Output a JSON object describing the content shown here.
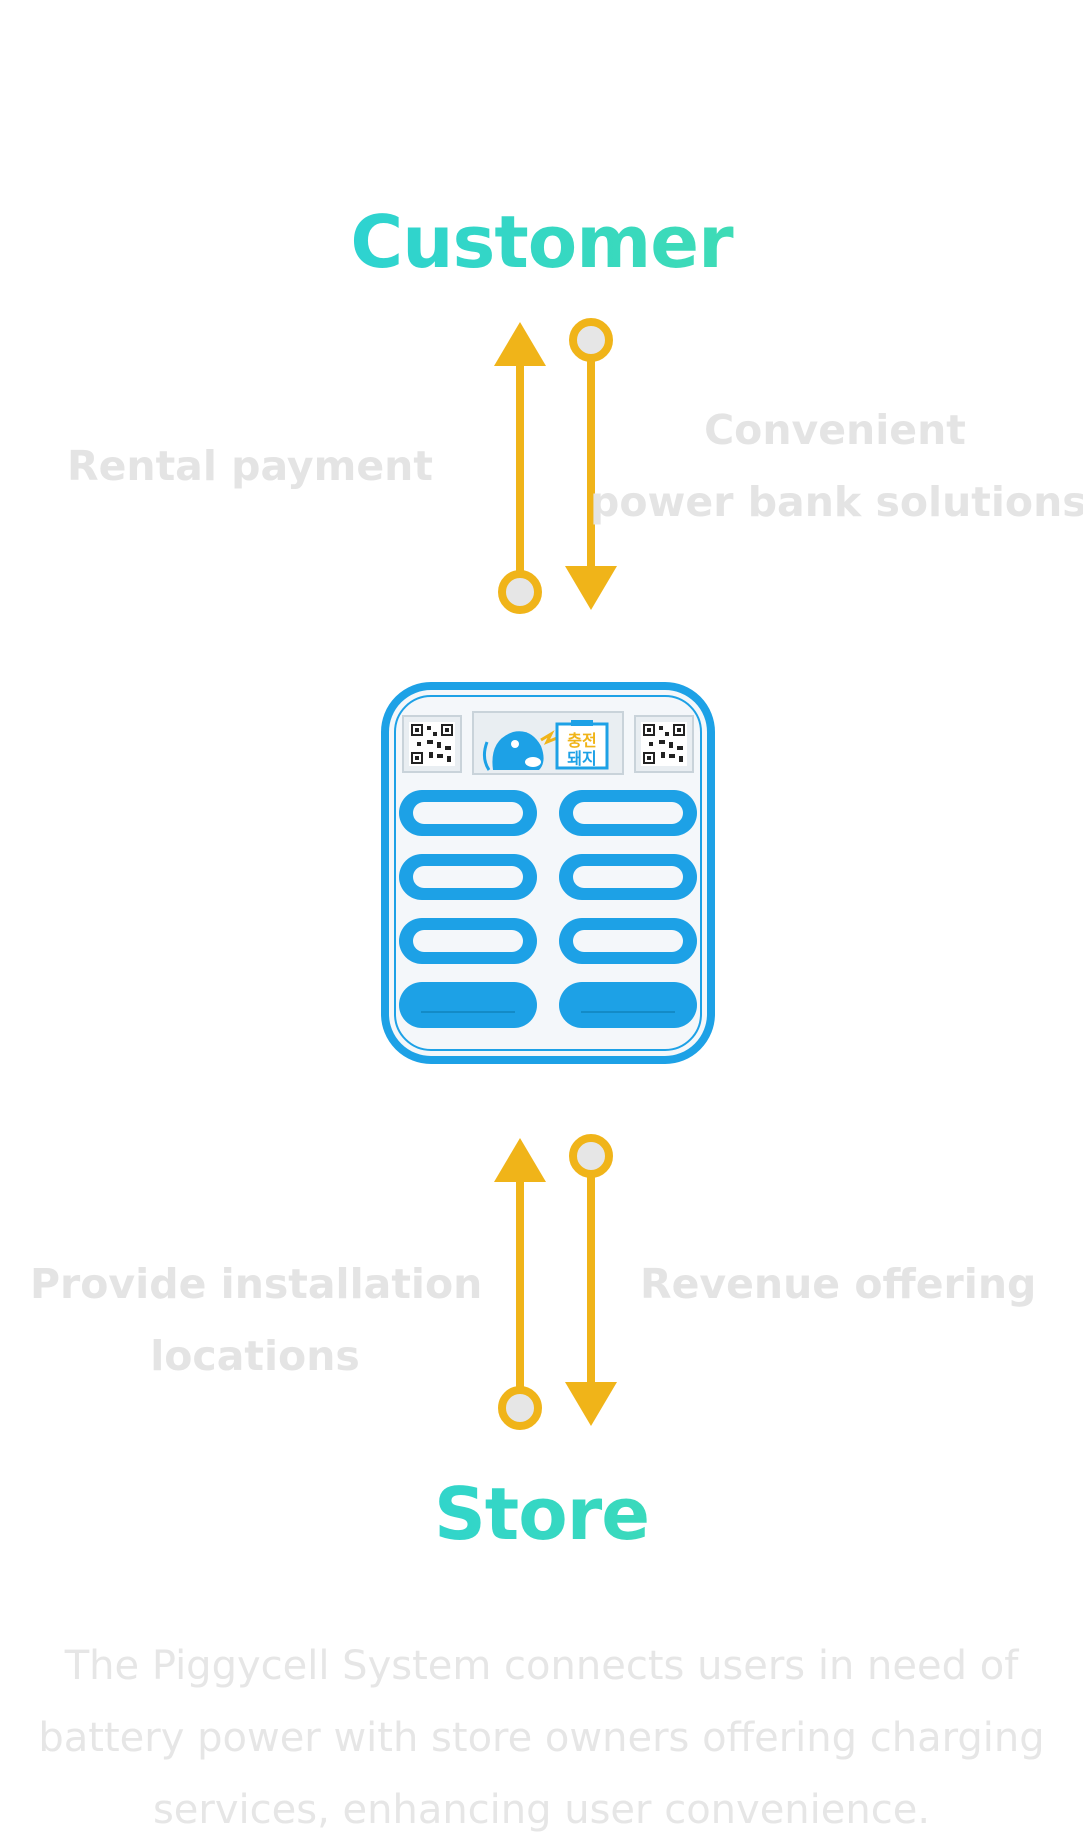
{
  "diagram": {
    "customer_title": "Customer",
    "store_title": "Store",
    "top_flows": {
      "left_label": "Rental payment",
      "right_label_line1": "Convenient",
      "right_label_line2": "power bank solutions"
    },
    "bottom_flows": {
      "left_label_line1": "Provide installation",
      "left_label_line2": "locations",
      "right_label": "Revenue offering"
    },
    "device": {
      "icon": "power-bank-kiosk-icon",
      "logo_text_line1": "충전",
      "logo_text_line2": "돼지"
    },
    "description": "The Piggycell System connects users in need of battery power with store owners offering charging services, enhancing user convenience."
  },
  "colors": {
    "title_gradient_start": "#1ecbe9",
    "title_gradient_end": "#4ce6a6",
    "arrow": "#f0b419",
    "arrow_dot_fill": "#e6e6e6",
    "label": "#e4e4e4",
    "kiosk_blue": "#1da1e6"
  }
}
